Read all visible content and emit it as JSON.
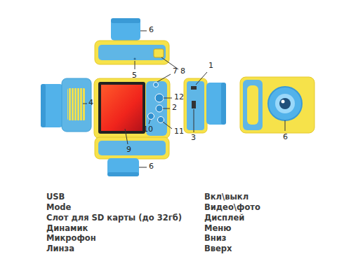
{
  "diagram": {
    "labels": [
      "6",
      "8",
      "5",
      "7",
      "1",
      "4",
      "12",
      "2",
      "10",
      "11",
      "9",
      "3",
      "6",
      "6",
      "USB",
      "Mode",
      "Слот для SD карты (до 32гб)",
      "Динамик",
      "Микрофон",
      "Линза",
      "Вкл\\выкл",
      "Видео\\фото",
      "Дисплей",
      "Меню",
      "Вниз",
      "Вверх"
    ]
  }
}
